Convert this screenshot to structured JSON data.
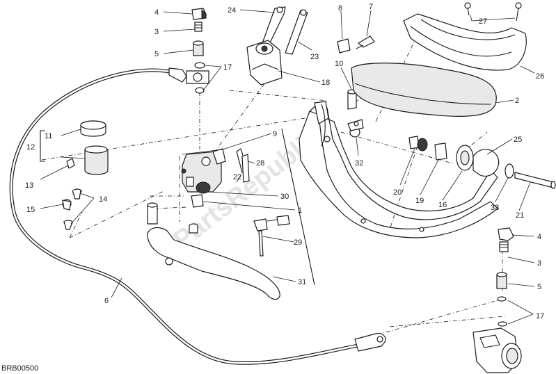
{
  "footer_code": "BRB00500",
  "watermark": "PartsRepublik",
  "callouts": {
    "c1": "1",
    "c2": "2",
    "c3a": "3",
    "c3b": "3",
    "c4a": "4",
    "c4b": "4",
    "c5a": "5",
    "c5b": "5",
    "c6": "6",
    "c7": "7",
    "c8": "8",
    "c9": "9",
    "c10": "10",
    "c11": "11",
    "c12": "12",
    "c13": "13",
    "c14": "14",
    "c15": "15",
    "c16": "16",
    "c17a": "17",
    "c17b": "17",
    "c18": "18",
    "c19": "19",
    "c20": "20",
    "c21": "21",
    "c22": "22",
    "c23": "23",
    "c24": "24",
    "c25": "25",
    "c26": "26",
    "c27": "27",
    "c28": "28",
    "c29": "29",
    "c30": "30",
    "c31": "31",
    "c32": "32",
    "c33": "33"
  }
}
